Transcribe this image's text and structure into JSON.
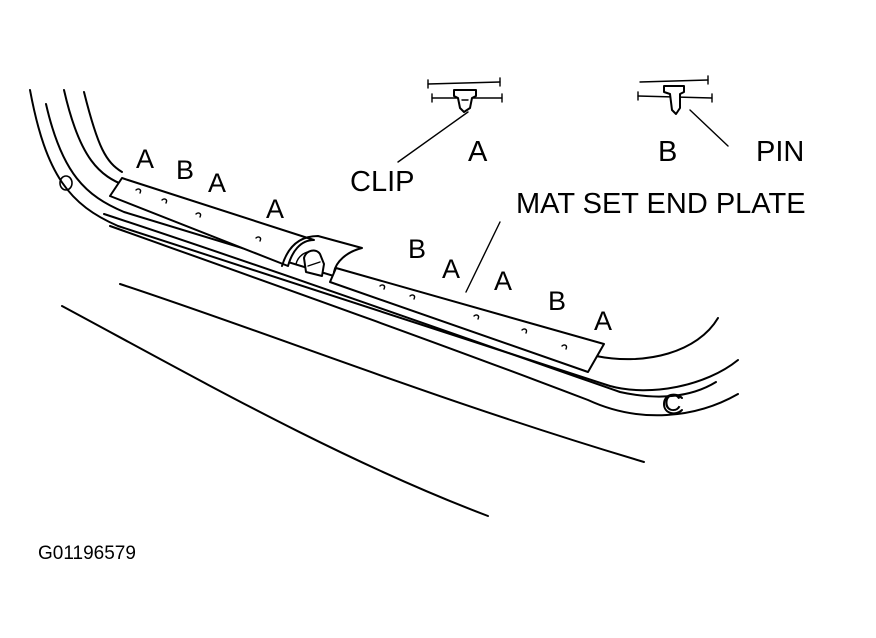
{
  "labels": {
    "clip": "CLIP",
    "pin": "PIN",
    "mat_set_end_plate": "MAT SET END PLATE",
    "clip_type_a": "A",
    "pin_type_b": "B",
    "marker_c": "C",
    "figure_code": "G01196579",
    "fastener_positions": [
      "A",
      "B",
      "A",
      "A",
      "B",
      "A",
      "A",
      "B",
      "A"
    ]
  }
}
